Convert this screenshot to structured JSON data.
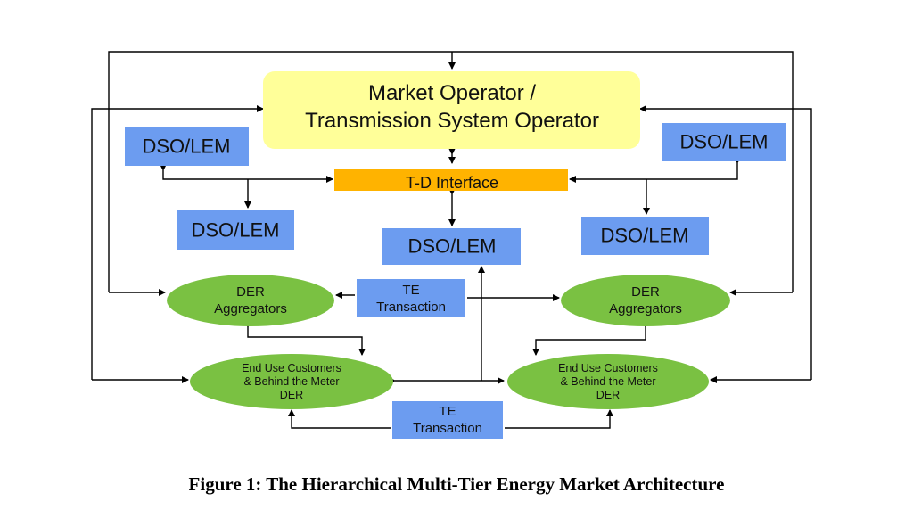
{
  "nodes": {
    "market_operator": {
      "lines": [
        "Market Operator /",
        "Transmission System Operator"
      ]
    },
    "td_interface": {
      "lines": [
        "T-D Interface"
      ]
    },
    "dso_top_left": {
      "lines": [
        "DSO/LEM"
      ]
    },
    "dso_top_right": {
      "lines": [
        "DSO/LEM"
      ]
    },
    "dso_mid_left": {
      "lines": [
        "DSO/LEM"
      ]
    },
    "dso_center": {
      "lines": [
        "DSO/LEM"
      ]
    },
    "dso_mid_right": {
      "lines": [
        "DSO/LEM"
      ]
    },
    "der_agg_left": {
      "lines": [
        "DER",
        "Aggregators"
      ]
    },
    "der_agg_right": {
      "lines": [
        "DER",
        "Aggregators"
      ]
    },
    "te_transaction_upper": {
      "lines": [
        "TE",
        "Transaction"
      ]
    },
    "end_use_left": {
      "lines": [
        "End Use Customers",
        "& Behind the Meter",
        "DER"
      ]
    },
    "end_use_right": {
      "lines": [
        "End Use Customers",
        "& Behind the Meter",
        "DER"
      ]
    },
    "te_transaction_lower": {
      "lines": [
        "TE",
        "Transaction"
      ]
    }
  },
  "caption": "Figure 1: The Hierarchical Multi-Tier Energy Market Architecture",
  "colors": {
    "market_operator_fill": "#ffff99",
    "td_interface_fill": "#ffb300",
    "dso_fill": "#6c9cf0",
    "der_fill": "#7ac142",
    "connector": "#000000"
  }
}
